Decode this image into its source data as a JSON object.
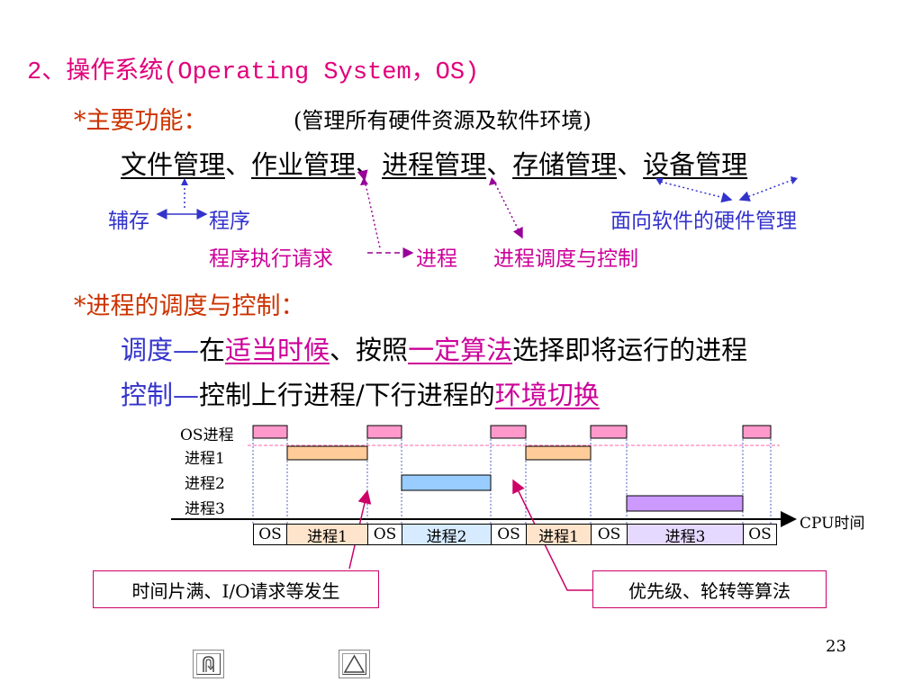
{
  "heading": "2、操作系统(Operating System，OS)",
  "functions": {
    "label": "*主要功能：",
    "note": "(管理所有硬件资源及软件环境)",
    "items": [
      "文件管理",
      "作业管理",
      "进程管理",
      "存储管理",
      "设备管理"
    ],
    "separator": "、"
  },
  "annotations": {
    "aux_storage": "辅存",
    "program": "程序",
    "program_exec": "程序执行请求",
    "process": "进程",
    "sched_control": "进程调度与控制",
    "hw_for_sw": "面向软件的硬件管理"
  },
  "scheduling": {
    "label": "*进程的调度与控制：",
    "line1": {
      "term": "调度",
      "dash": "—",
      "in": "在",
      "when": "适当时候",
      "mid": "、按照",
      "algo": "一定算法",
      "rest": "选择即将运行的进程"
    },
    "line2": {
      "term": "控制",
      "dash": "—",
      "mid": "控制上行进程/下行进程的",
      "switch": "环境切换"
    }
  },
  "timeline": {
    "row_labels": [
      "OS进程",
      "进程1",
      "进程2",
      "进程3"
    ],
    "axis_label": "CPU时间",
    "cells": [
      "OS",
      "进程1",
      "OS",
      "进程2",
      "OS",
      "进程1",
      "OS",
      "进程3",
      "OS"
    ]
  },
  "callouts": {
    "left": "时间片满、I/O请求等发生",
    "right": "优先级、轮转等算法"
  },
  "page_number": "23",
  "colors": {
    "heading": "#e0007a",
    "orange_red": "#cc3300",
    "blue": "#3333cc",
    "magenta": "#cc0099",
    "os_fill": "#ff99cc",
    "p1_fill": "#ffcc99",
    "p2_fill": "#99ccff",
    "p3_fill": "#cc99ff"
  }
}
